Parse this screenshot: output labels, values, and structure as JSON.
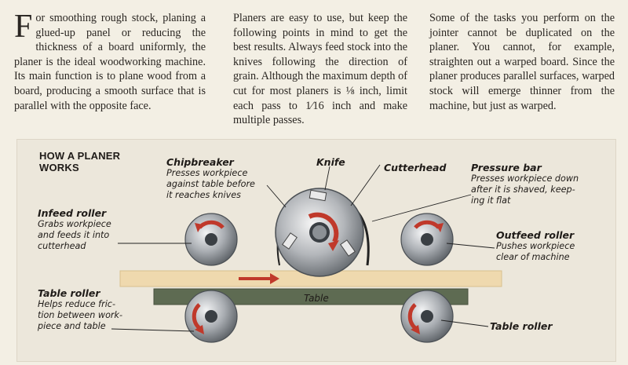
{
  "columns": [
    {
      "dropcap": "F",
      "text": "or smoothing rough stock, planing a glued-up panel or reducing the thickness of a board uniformly, the planer is the ideal woodworking machine. Its main function is to plane wood from a board, producing a smooth surface that is parallel with the opposite face."
    },
    {
      "text": "Planers are easy to use, but keep the following points in mind to get the best results. Always feed stock into the knives following the direction of grain. Although the maximum depth of cut for most planers is ⅛ inch, limit each pass to 1⁄16 inch and make multiple passes."
    },
    {
      "text": "Some of the tasks you perform on the jointer cannot be duplicated on the planer. You cannot, for example, straighten out a warped board. Since the planer produces parallel surfaces, warped stock will emerge thinner from the machine, but just as warped."
    }
  ],
  "diagram": {
    "title_line1": "HOW A PLANER",
    "title_line2": "WORKS",
    "table_label": "Table",
    "labels": {
      "chipbreaker": {
        "title": "Chipbreaker",
        "desc": [
          "Presses workpiece",
          "against table before",
          "it reaches knives"
        ]
      },
      "knife": {
        "title": "Knife"
      },
      "cutterhead": {
        "title": "Cutterhead"
      },
      "pressure_bar": {
        "title": "Pressure bar",
        "desc": [
          "Presses workpiece down",
          "after it is shaved, keep-",
          "ing it flat"
        ]
      },
      "infeed_roller": {
        "title": "Infeed roller",
        "desc": [
          "Grabs workpiece",
          "and feeds it into",
          "cutterhead"
        ]
      },
      "outfeed_roller": {
        "title": "Outfeed roller",
        "desc": [
          "Pushes workpiece",
          "clear of machine"
        ]
      },
      "table_roller_left": {
        "title": "Table roller",
        "desc": [
          "Helps reduce fric-",
          "tion between work-",
          "piece and table"
        ]
      },
      "table_roller_right": {
        "title": "Table roller"
      }
    }
  },
  "colors": {
    "page": "#f3efe4",
    "panel": "#ece7db",
    "table": "#5e6b52",
    "workpiece": "#efd9ae",
    "arrow": "#c0392b",
    "roller": "#9aa0a6"
  }
}
